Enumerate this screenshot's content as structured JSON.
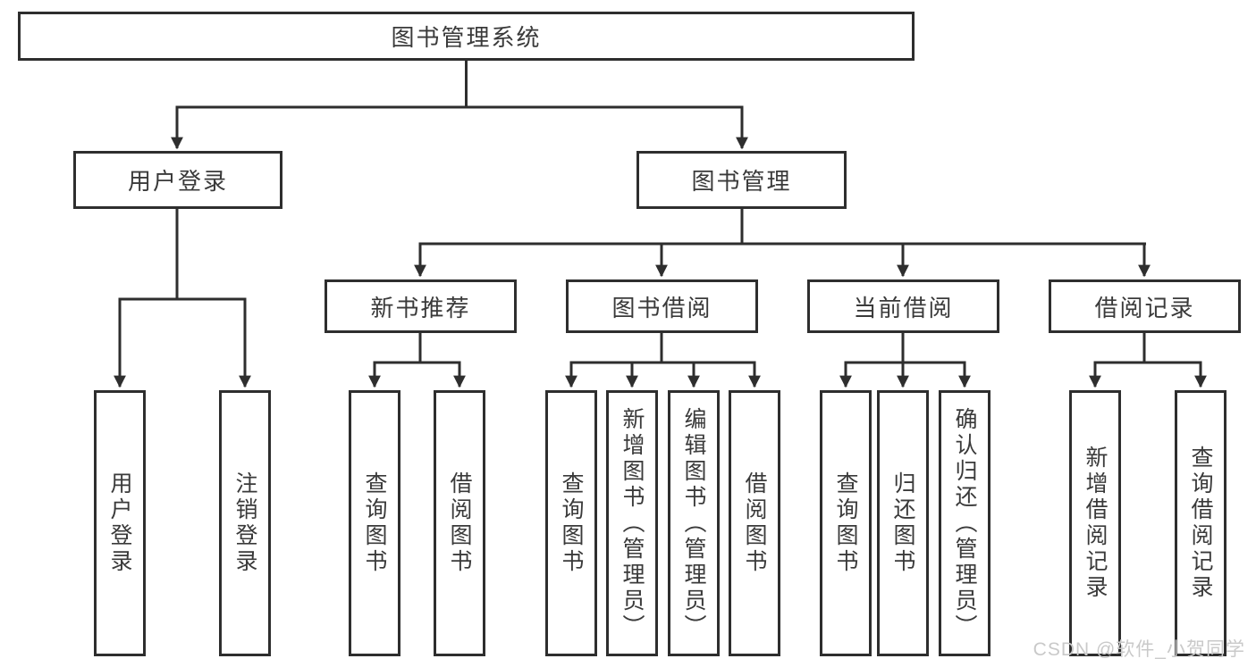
{
  "tree": {
    "root": {
      "label": "图书管理系统"
    },
    "branches": [
      {
        "label": "用户登录",
        "children": [
          {
            "label": "用户登录"
          },
          {
            "label": "注销登录"
          }
        ]
      },
      {
        "label": "图书管理",
        "groups": [
          {
            "label": "新书推荐",
            "children": [
              {
                "label": "查询图书"
              },
              {
                "label": "借阅图书"
              }
            ]
          },
          {
            "label": "图书借阅",
            "children": [
              {
                "label": "查询图书"
              },
              {
                "label": "新增图书（管理员）"
              },
              {
                "label": "编辑图书（管理员）"
              },
              {
                "label": "借阅图书"
              }
            ]
          },
          {
            "label": "当前借阅",
            "children": [
              {
                "label": "查询图书"
              },
              {
                "label": "归还图书"
              },
              {
                "label": "确认归还（管理员）"
              }
            ]
          },
          {
            "label": "借阅记录",
            "children": [
              {
                "label": "新增借阅记录"
              },
              {
                "label": "查询借阅记录"
              }
            ]
          }
        ]
      }
    ]
  },
  "watermark": {
    "text": "CSDN @软件_小贺同学"
  },
  "colors": {
    "line": "#2e2e2e",
    "text": "#3a3a3a",
    "watermark": "#c9c9c9",
    "background": "#ffffff"
  }
}
